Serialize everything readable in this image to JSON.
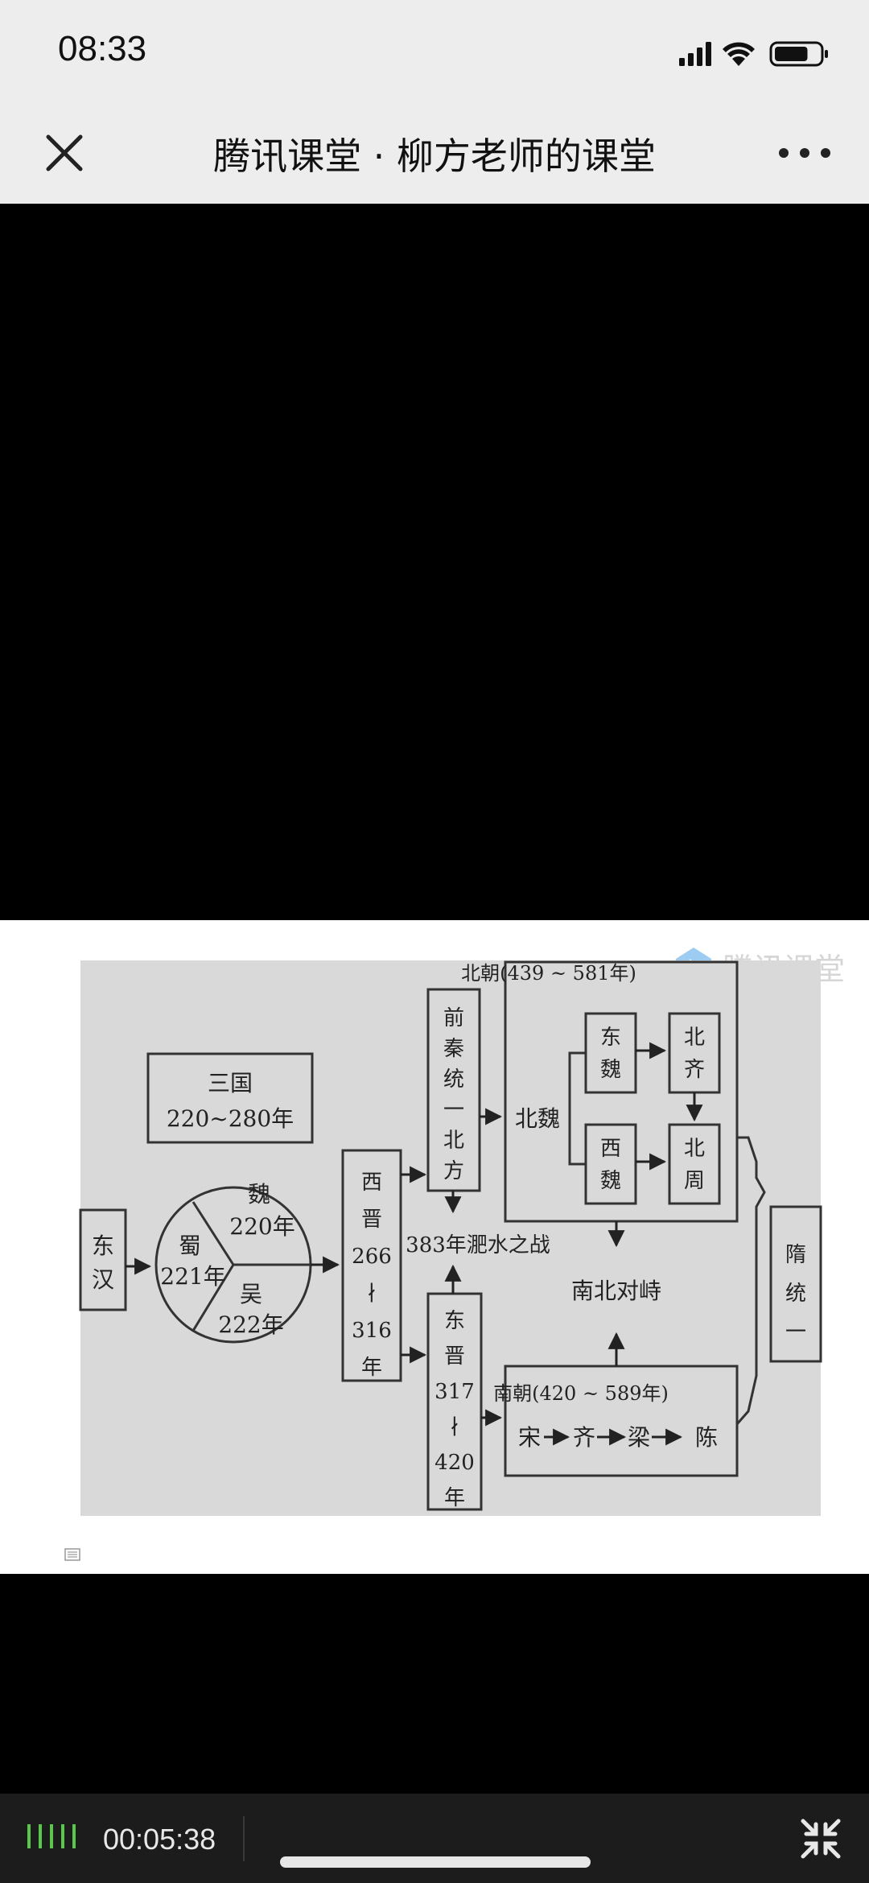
{
  "status_bar": {
    "time": "08:33",
    "battery_level": 0.75
  },
  "nav": {
    "title": "腾讯课堂 · 柳方老师的课堂"
  },
  "slide": {
    "watermark": "腾讯课堂",
    "diagram": {
      "east_han": "东汉",
      "three_kingdoms_title": "三国",
      "three_kingdoms_years": "220~280年",
      "wei": "魏",
      "wei_year": "220年",
      "shu": "蜀",
      "shu_year": "221年",
      "wu": "吴",
      "wu_year": "222年",
      "western_jin": [
        "西",
        "晋",
        "266",
        "∤",
        "316",
        "年"
      ],
      "former_qin": [
        "前",
        "秦",
        "统",
        "一",
        "北",
        "方"
      ],
      "battle": "383年淝水之战",
      "eastern_jin": [
        "东",
        "晋",
        "317",
        "∤",
        "420",
        "年"
      ],
      "northern_dynasties": "北朝(439 ~ 581年)",
      "northern_wei": "北魏",
      "eastern_wei": [
        "东",
        "魏"
      ],
      "western_wei": [
        "西",
        "魏"
      ],
      "northern_qi": [
        "北",
        "齐"
      ],
      "northern_zhou": [
        "北",
        "周"
      ],
      "confrontation": "南北对峙",
      "southern_dynasties": "南朝(420 ~ 589年)",
      "song": "宋",
      "qi": "齐",
      "liang": "梁",
      "chen": "陈",
      "sui": [
        "隋",
        "统",
        "一"
      ]
    }
  },
  "controls": {
    "elapsed_time": "00:05:38"
  },
  "colors": {
    "accent_green": "#59c74a",
    "diagram_bg": "#d9d9d9",
    "watermark_blue": "#4aa3e8"
  }
}
